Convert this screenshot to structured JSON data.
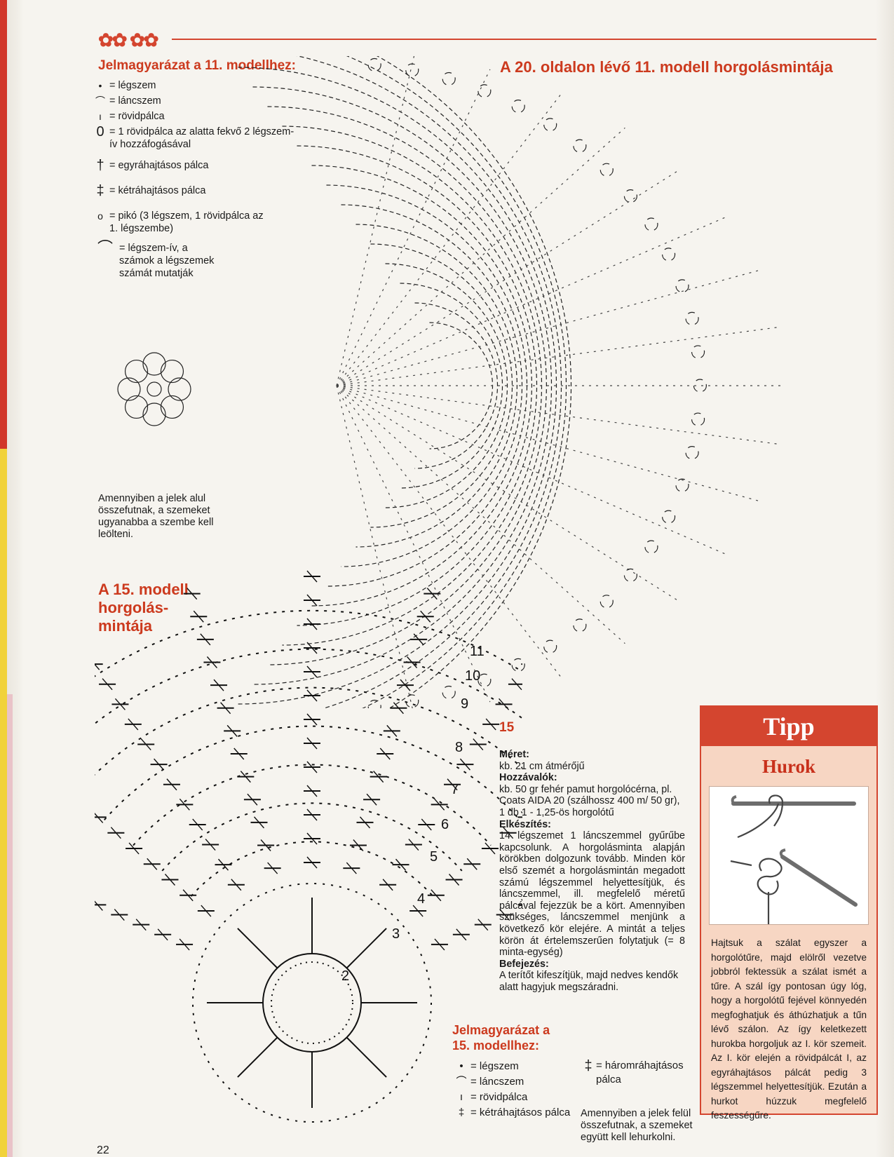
{
  "legend11": {
    "title": "Jelmagyarázat a 11. modellhez:",
    "items": [
      {
        "symbol": "•",
        "text": "= légszem"
      },
      {
        "symbol": "⌒",
        "text": "= láncszem"
      },
      {
        "symbol": "ı",
        "text": "= rövidpálca"
      },
      {
        "symbol": "0",
        "text": "= 1 rövidpálca az alatta fekvő 2 légszem-ív hozzáfogásával"
      },
      {
        "symbol": "†",
        "text": "= egyráhajtásos pálca"
      },
      {
        "symbol": "‡",
        "text": "= kétráhajtásos pálca"
      },
      {
        "symbol": "o",
        "text": "= pikó (3 légszem, 1 rövidpálca az 1. légszembe)"
      },
      {
        "symbol": "⌒",
        "text": "= légszem-ív, a számok a légszemek számát mutatják"
      }
    ],
    "note": "Amennyiben a jelek alul összefutnak, a szemeket ugyanabba a szembe kell leölteni."
  },
  "main_title": "A 20. oldalon lévő 11. modell horgolásmintája",
  "model15": {
    "title_line1": "A 15. modell",
    "title_line2": "horgolás-",
    "title_line3": "mintája",
    "round_numbers": [
      "11",
      "10",
      "9",
      "8",
      "7",
      "6",
      "5",
      "4",
      "3",
      "2"
    ],
    "number": "15",
    "meret_label": "Méret:",
    "meret_text": "kb. 21 cm átmérőjű",
    "hozzavalok_label": "Hozzávalók:",
    "hozzavalok_text": "kb. 50 gr fehér pamut horgolócérna, pl. Coats AIDA 20 (szálhossz 400 m/ 50 gr), 1 db 1 - 1,25-ös horgolótű",
    "elkeszites_label": "Elkészítés:",
    "elkeszites_text": "14 légszemet 1 láncszemmel gyűrűbe kapcsolunk. A horgolásminta alapján körökben dolgozunk tovább. Minden kör első szemét a horgolásmintán megadott számú légszemmel helyettesítjük, és láncszemmel, ill. megfelelő méretű pálcával fejezzük be a kört. Amennyiben szükséges, láncszemmel menjünk a következő kör elejére. A mintát a teljes körön át értelemszerűen folytatjuk (= 8 minta-egység)",
    "befejezes_label": "Befejezés:",
    "befejezes_text": "A terítőt kifeszítjük, majd nedves kendők alatt hagyjuk megszáradni.",
    "legend_title_line1": "Jelmagyarázat a",
    "legend_title_line2": "15. modellhez:",
    "legend_items": [
      {
        "symbol": "•",
        "text": "= légszem"
      },
      {
        "symbol": "⌒",
        "text": "= láncszem"
      },
      {
        "symbol": "ı",
        "text": "= rövidpálca"
      },
      {
        "symbol": "‡",
        "text": "= kétráhajtásos pálca"
      }
    ],
    "legend_item_triple": {
      "symbol": "‡",
      "text": "= háromráhajtásos pálca"
    },
    "note": "Amennyiben a jelek felül összefutnak, a szemeket együtt kell lehurkolni."
  },
  "tipp": {
    "title": "Tipp",
    "subtitle": "Hurok",
    "text": "Hajtsuk a szálat egyszer a horgolótűre, majd elölről vezetve jobbról fektessük a szálat ismét a tűre. A szál így pontosan úgy lóg, hogy a horgolótű fejével könnyedén megfoghatjuk és áthúzhatjuk a tűn lévő szálon. Az így keletkezett hurokba horgoljuk az I. kör szemeit. Az I. kör elején a rövidpálcát I, az egyráhajtásos pálcát pedig 3 légszemmel helyettesítjük. Ezután a hurkot húzzuk megfelelő feszességűre."
  },
  "page_number": "22",
  "colors": {
    "accent": "#cc3a1e",
    "tipp_bg": "#f7d6c3",
    "tipp_head": "#d4452f"
  }
}
